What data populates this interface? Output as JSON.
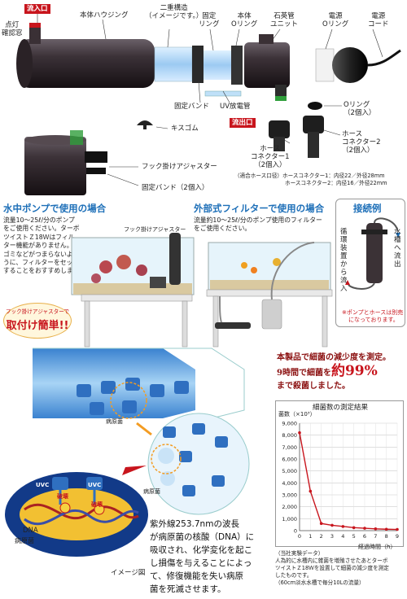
{
  "colors": {
    "accent_red": "#c8151d",
    "accent_blue": "#1d6fb8",
    "chart_line": "#c8151d"
  },
  "top": {
    "labels": {
      "inlet": "流入口",
      "lamp_check": [
        "点灯",
        "確認窓"
      ],
      "housing": "本体ハウジング",
      "double": [
        "二重構造",
        "（イメージです。）"
      ],
      "fixing_ring": [
        "固定",
        "リング"
      ],
      "body_oring": [
        "本体",
        "Oリング"
      ],
      "quartz": [
        "石英管",
        "ユニット"
      ],
      "power_oring": [
        "電源",
        "Oリング"
      ],
      "power_cord": [
        "電源",
        "コード"
      ],
      "fixing_band": "固定バンド",
      "uv_tube": "UV放電管",
      "outlet": "流出口",
      "oring2": [
        "Oリング",
        "（2個入）"
      ],
      "sucker": "キスゴム",
      "hose_con1": [
        "ホース",
        "コネクター1",
        "（2個入）"
      ],
      "hose_con2": [
        "ホース",
        "コネクター2",
        "（2個入）"
      ],
      "hook": "フック掛けアジャスター",
      "band2": "固定バンド（2個入）",
      "hose_note": [
        "（適合ホース口径）ホースコネクター1：内径22／外径28mm",
        "ホースコネクター2：内径16／外径22mm"
      ]
    }
  },
  "mid": {
    "submersible": {
      "title": "水中ポンプで使用の場合",
      "text": [
        "流量10～25ℓ/分のポンプ",
        "をご使用ください。ターボ",
        "ツイストＺ18Ｗはフィル",
        "ター機能がありません。",
        "ゴミなどがつまらないよ",
        "うに、フィルターをセット",
        "することをおすすめします。"
      ],
      "hook_label": "フック掛けアジャスター"
    },
    "external": {
      "title": "外部式フィルターで使用の場合",
      "text": [
        "流量約10～25ℓ/分のポンプ使用のフィルター",
        "をご使用ください。"
      ]
    },
    "connection": {
      "title": "接続例",
      "left": "循環装置から流入",
      "right": "水槽へ流出",
      "note": [
        "※ポンプとホースは別売",
        "になっております。"
      ]
    },
    "easy_badge": {
      "top": "フック掛けアジャスターで",
      "main": "取付け簡単!!"
    }
  },
  "bottom": {
    "bubbles": {
      "uvc": "UVC",
      "pathogen": "病原菌",
      "dna": "DNA",
      "damage": "破壊",
      "image": "イメージ図"
    },
    "explain": [
      "紫外線253.7nmの波長",
      "が病原菌の核酸（DNA）に",
      "吸収され、化学変化を起こ",
      "し損傷を与えることによっ",
      "て、修復機能を失い病原",
      "菌を死滅させます。"
    ],
    "result": {
      "line1": "本製品で細菌の減少度を測定。",
      "line2a": "9時間で細菌を",
      "line2b": "約99%",
      "line3": "まで殺菌しました。"
    },
    "footnote": [
      "（当社実験データ）",
      "人為的に水槽内に雑菌を増殖させたあとターボ",
      "ツイストＺ18Ｗを設置して細菌の減少度を測定",
      "したものです。",
      "（60cm淡水水槽で毎分10Lの流量）"
    ]
  },
  "chart_data": {
    "type": "line",
    "title": "細菌数の測定結果",
    "ylabel": "菌数（×10³）",
    "xlabel": "経過時間（h）",
    "x": [
      0,
      1,
      2,
      3,
      4,
      5,
      6,
      7,
      8,
      9
    ],
    "values": [
      8200,
      3300,
      600,
      450,
      350,
      250,
      200,
      150,
      120,
      100
    ],
    "ylim": [
      0,
      9000
    ],
    "yticks": [
      "9,000",
      "8,000",
      "7,000",
      "6,000",
      "5,000",
      "4,000",
      "3,000",
      "2,000",
      "1,000",
      "0"
    ],
    "xticks": [
      "0",
      "1",
      "2",
      "3",
      "4",
      "5",
      "6",
      "7",
      "8",
      "9"
    ],
    "grid": true
  }
}
